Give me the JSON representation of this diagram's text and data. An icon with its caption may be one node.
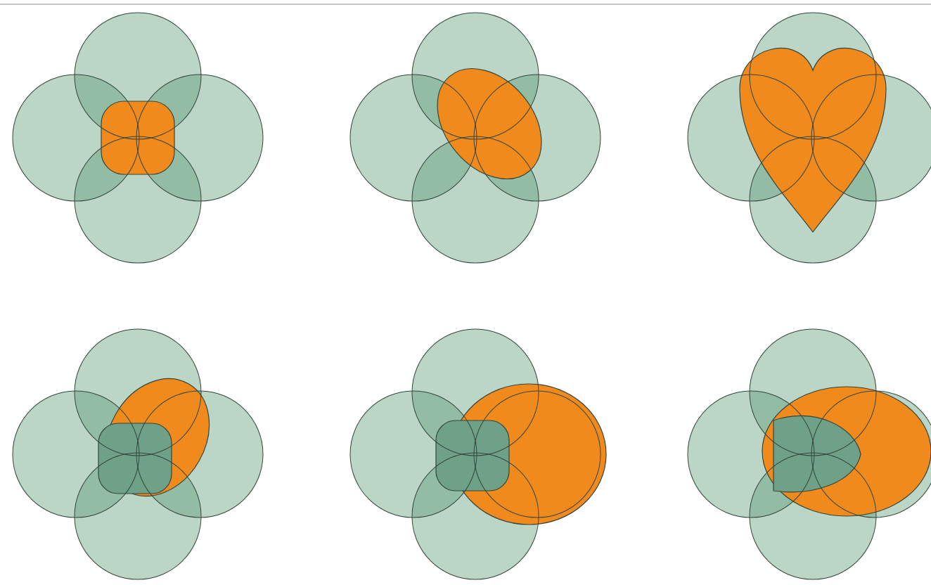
{
  "diagram": {
    "nodes": [
      {
        "text": [],
        "shape": "picture"
      },
      {
        "text": [],
        "shape": "picture"
      },
      {
        "text": [],
        "shape": "picture"
      },
      {
        "text": [],
        "shape": "picture"
      },
      {
        "text": [],
        "shape": "picture"
      },
      {
        "text": [],
        "shape": "picture"
      }
    ]
  }
}
